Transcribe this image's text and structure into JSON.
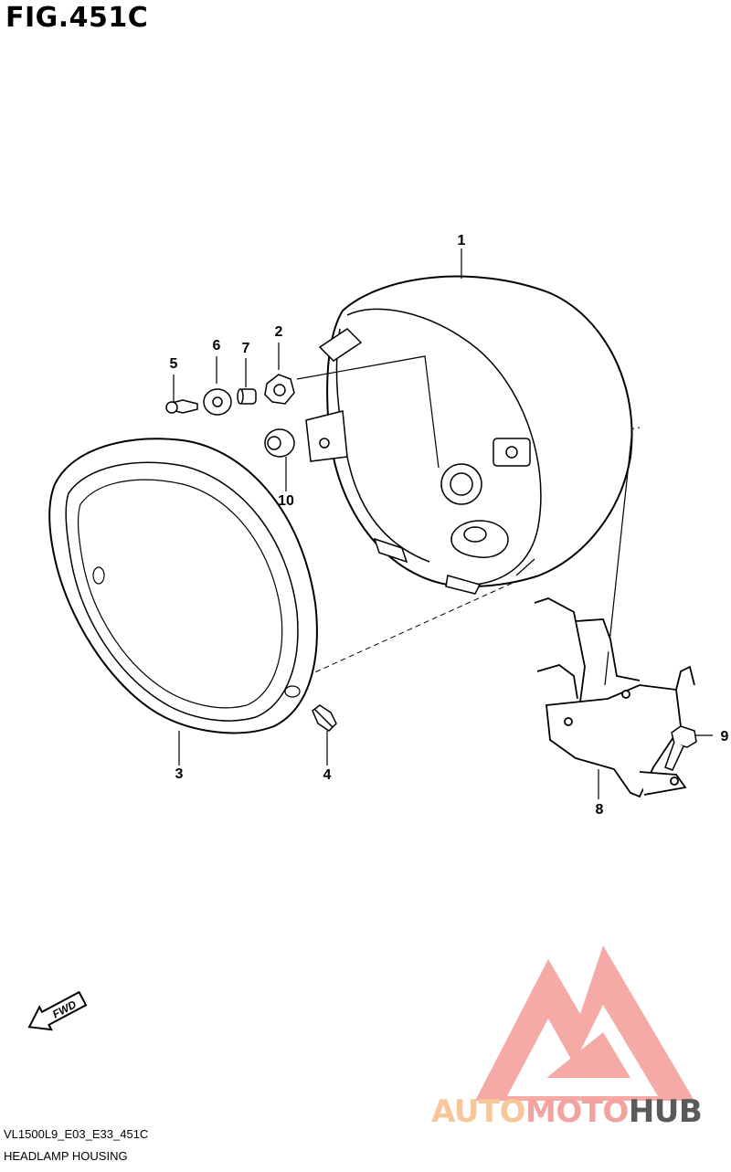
{
  "figure_title": "FIG.451C",
  "callouts": [
    "1",
    "2",
    "3",
    "4",
    "5",
    "6",
    "7",
    "8",
    "9",
    "10"
  ],
  "fwd_label": "FWD",
  "footer": {
    "code": "VL1500L9_E03_E33_451C",
    "name": "HEADLAMP HOUSING"
  },
  "watermark": {
    "brand_part1": "AUTO",
    "brand_part2": "MOTO",
    "brand_part3": "HUB",
    "colors": {
      "part1": "#f7c79a",
      "part2": "#f3a39f",
      "part3": "#5a5a5a",
      "logo": "#f08a86"
    }
  }
}
